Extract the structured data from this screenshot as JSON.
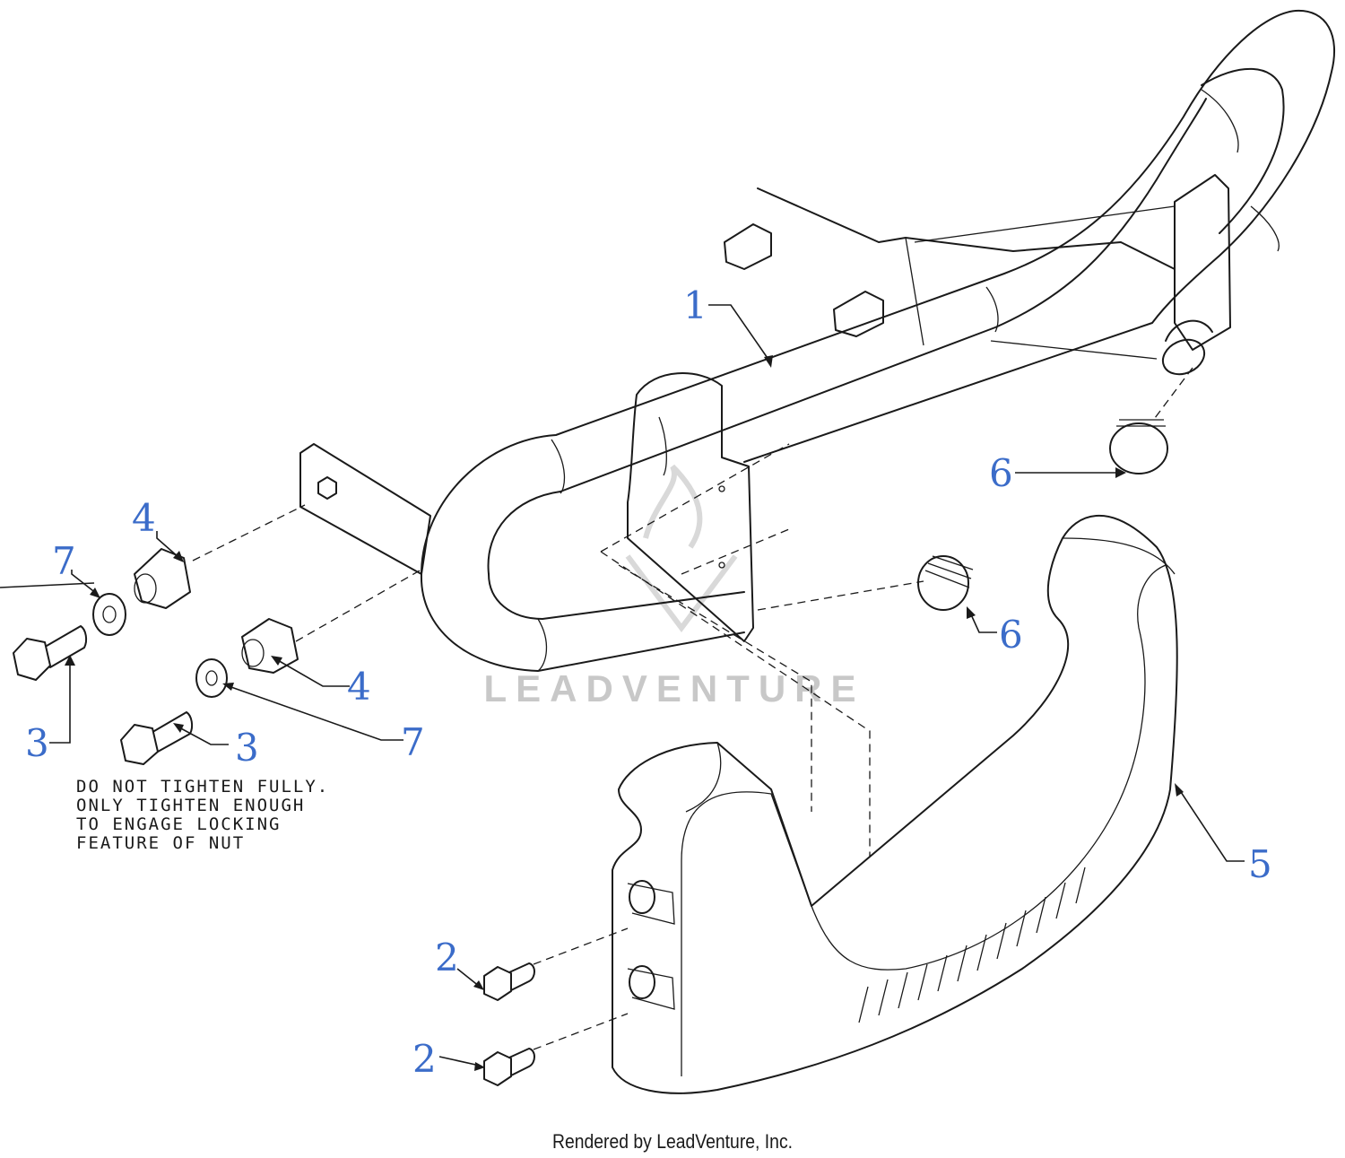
{
  "callouts": [
    {
      "id": "c1",
      "label": "1"
    },
    {
      "id": "c2a",
      "label": "2"
    },
    {
      "id": "c2b",
      "label": "2"
    },
    {
      "id": "c3a",
      "label": "3"
    },
    {
      "id": "c3b",
      "label": "3"
    },
    {
      "id": "c4a",
      "label": "4"
    },
    {
      "id": "c4b",
      "label": "4"
    },
    {
      "id": "c5",
      "label": "5"
    },
    {
      "id": "c6a",
      "label": "6"
    },
    {
      "id": "c6b",
      "label": "6"
    },
    {
      "id": "c7a",
      "label": "7"
    },
    {
      "id": "c7b",
      "label": "7"
    }
  ],
  "note": {
    "lines": [
      "DO NOT TIGHTEN FULLY.",
      "ONLY TIGHTEN ENOUGH",
      "TO ENGAGE LOCKING",
      "FEATURE OF NUT"
    ]
  },
  "watermark": {
    "text": "LEADVENTURE"
  },
  "footer": {
    "credit": "Rendered by LeadVenture, Inc."
  },
  "colors": {
    "callout": "#3b6cc9",
    "line": "#1a1a1a",
    "watermark": "#c8c8c8"
  }
}
